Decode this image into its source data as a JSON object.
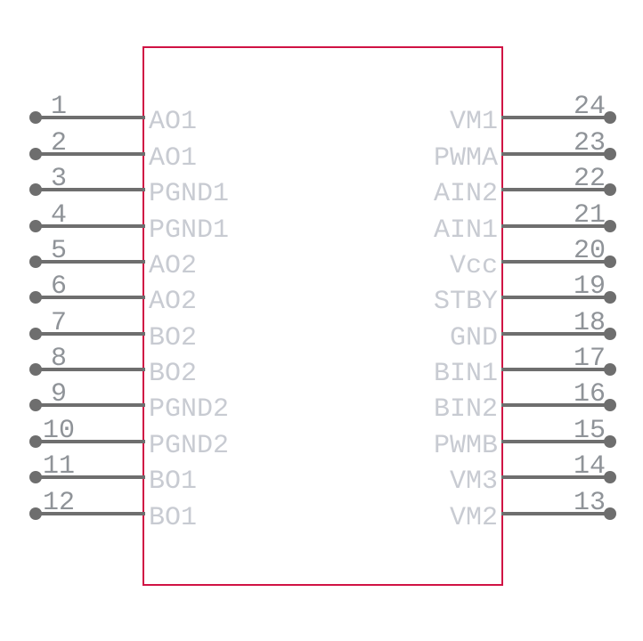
{
  "symbol": {
    "type": "schematic-symbol",
    "pin_count": 24,
    "colors": {
      "body_outline": "#d01244",
      "pin_line": "#6e6e6e",
      "pin_number": "#8f9398",
      "pin_name": "#c8cbd2",
      "background": "#ffffff"
    },
    "pins": {
      "left": [
        {
          "number": "1",
          "label": "AO1"
        },
        {
          "number": "2",
          "label": "AO1"
        },
        {
          "number": "3",
          "label": "PGND1"
        },
        {
          "number": "4",
          "label": "PGND1"
        },
        {
          "number": "5",
          "label": "AO2"
        },
        {
          "number": "6",
          "label": "AO2"
        },
        {
          "number": "7",
          "label": "BO2"
        },
        {
          "number": "8",
          "label": "BO2"
        },
        {
          "number": "9",
          "label": "PGND2"
        },
        {
          "number": "10",
          "label": "PGND2"
        },
        {
          "number": "11",
          "label": "BO1"
        },
        {
          "number": "12",
          "label": "BO1"
        }
      ],
      "right": [
        {
          "number": "24",
          "label": "VM1"
        },
        {
          "number": "23",
          "label": "PWMA"
        },
        {
          "number": "22",
          "label": "AIN2"
        },
        {
          "number": "21",
          "label": "AIN1"
        },
        {
          "number": "20",
          "label": "Vcc"
        },
        {
          "number": "19",
          "label": "STBY"
        },
        {
          "number": "18",
          "label": "GND"
        },
        {
          "number": "17",
          "label": "BIN1"
        },
        {
          "number": "16",
          "label": "BIN2"
        },
        {
          "number": "15",
          "label": "PWMB"
        },
        {
          "number": "14",
          "label": "VM3"
        },
        {
          "number": "13",
          "label": "VM2"
        }
      ]
    }
  }
}
